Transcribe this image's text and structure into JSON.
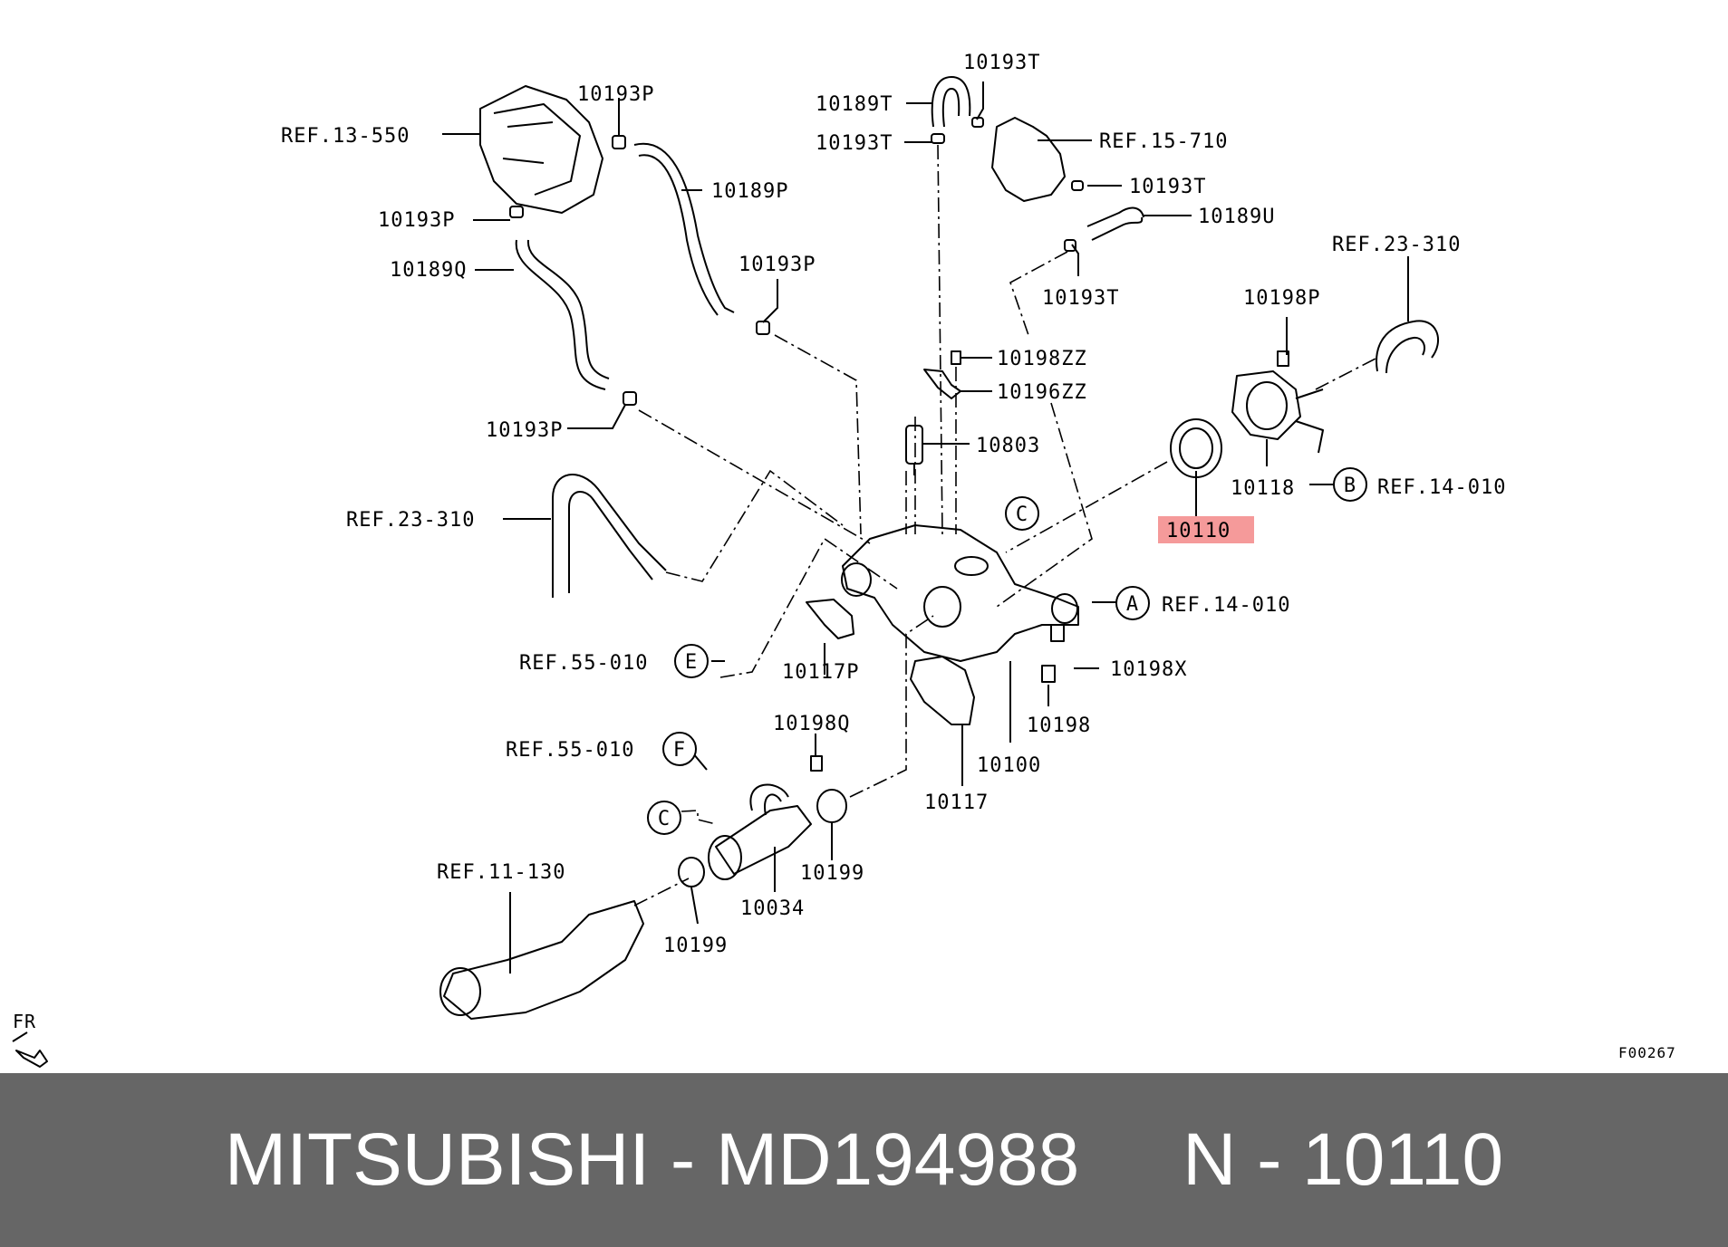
{
  "diagram": {
    "labels": [
      "REF.13-550",
      "10193P",
      "10189P",
      "10193P",
      "10189Q",
      "10193P",
      "10189T",
      "10193T",
      "10193T",
      "REF.15-710",
      "10193T",
      "10189U",
      "10193T",
      "10198ZZ",
      "10196ZZ",
      "10803",
      "REF.23-310",
      "10198P",
      "REF.23-310",
      "10118",
      "REF.14-010",
      "10110",
      "REF.14-010",
      "10117P",
      "REF.55-010",
      "10198X",
      "10198",
      "10100",
      "10117",
      "10198Q",
      "REF.55-010",
      "10199",
      "10034",
      "REF.11-130",
      "10199",
      "10193P",
      "FR",
      "F00267"
    ],
    "circle_letters": [
      "C",
      "A",
      "B",
      "E",
      "F",
      "C"
    ],
    "highlighted_label": "10110",
    "highlight_color": "#f59a9a"
  },
  "footer": {
    "text": "MITSUBISHI - MD194988     N - 10110",
    "background": "#666666",
    "text_color": "#ffffff"
  }
}
